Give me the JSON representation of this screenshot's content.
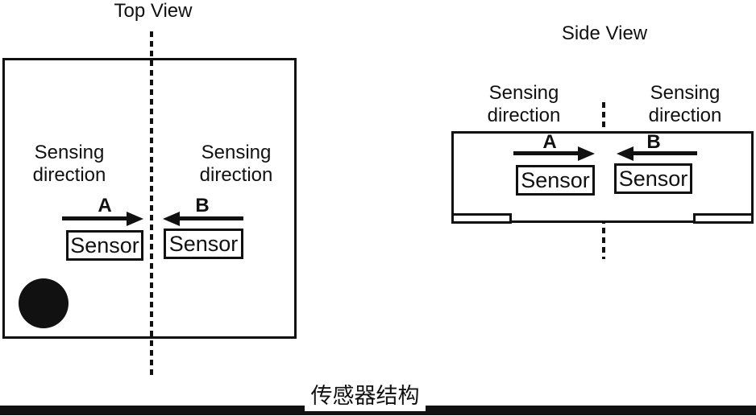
{
  "colors": {
    "ink": "#111111",
    "bg": "#ffffff"
  },
  "views": {
    "top": {
      "title": "Top View",
      "left": {
        "dir1": "Sensing",
        "dir2": "direction",
        "arrow": "A",
        "sensor": "Sensor"
      },
      "right": {
        "dir1": "Sensing",
        "dir2": "direction",
        "arrow": "B",
        "sensor": "Sensor"
      }
    },
    "side": {
      "title": "Side View",
      "left": {
        "dir1": "Sensing",
        "dir2": "direction",
        "arrow": "A",
        "sensor": "Sensor"
      },
      "right": {
        "dir1": "Sensing",
        "dir2": "direction",
        "arrow": "B",
        "sensor": "Sensor"
      }
    }
  },
  "caption": {
    "text": "传感器结构"
  }
}
